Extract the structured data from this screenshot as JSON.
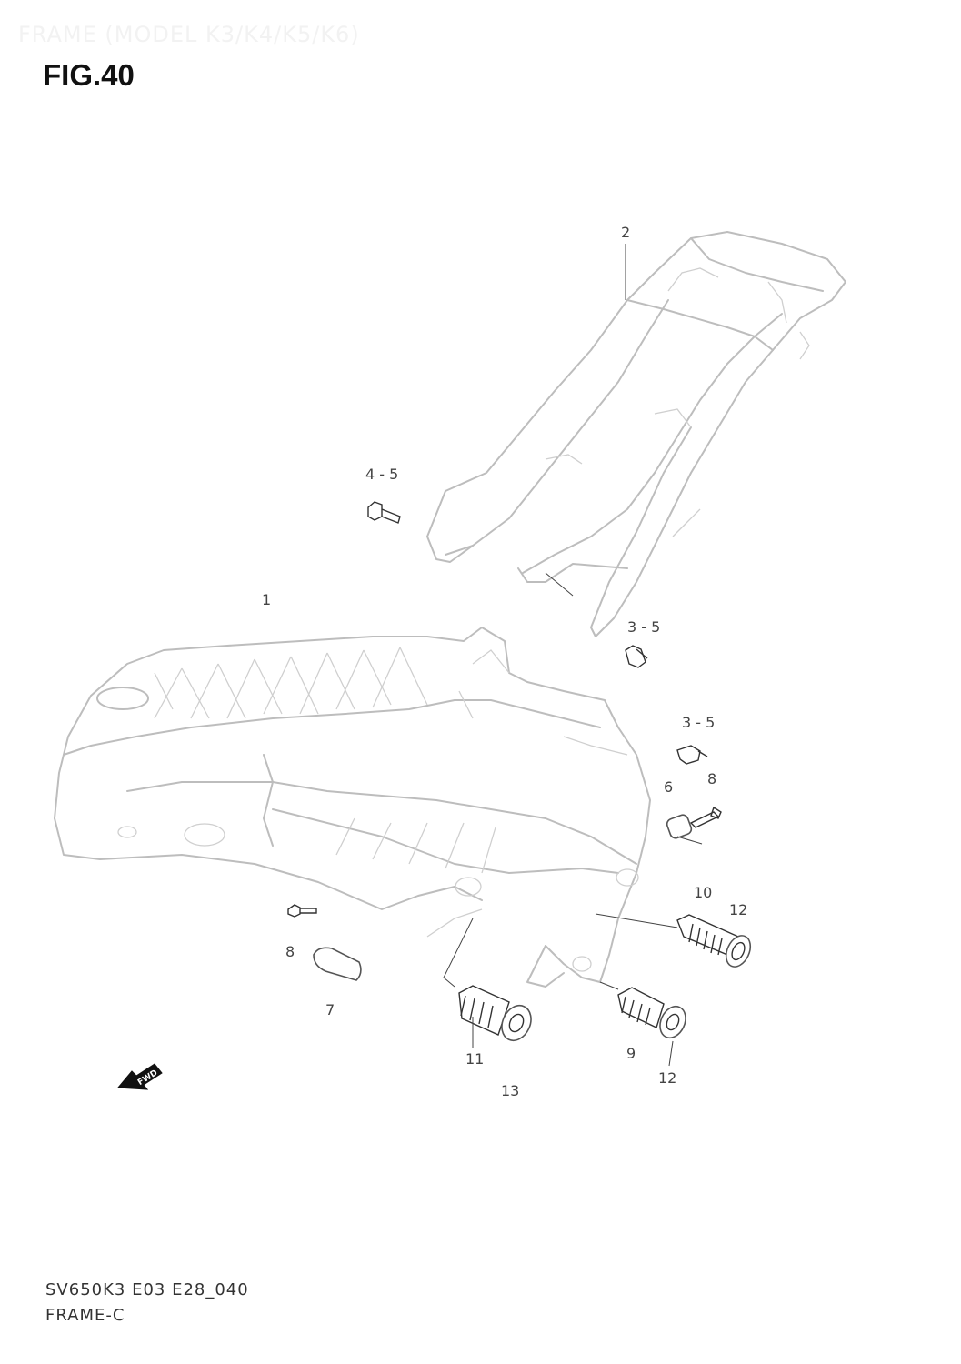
{
  "header": {
    "faint_title": "FRAME (MODEL K3/K4/K5/K6)",
    "fig_title": "FIG.40"
  },
  "callouts": {
    "c1": "1",
    "c2": "2",
    "c3": "3 - 5",
    "c4": "3 - 5",
    "c5": "4 - 5",
    "c6": "6",
    "c7": "7",
    "c8a": "8",
    "c8b": "8",
    "c9": "9",
    "c10": "10",
    "c11": "11",
    "c12a": "12",
    "c12b": "12",
    "c13": "13"
  },
  "fwd_label": "FWD",
  "footer": {
    "code": "SV650K3 E03 E28_040",
    "name": "FRAME-C"
  },
  "colors": {
    "frame_outline": "#bdbdbd",
    "part_outline": "#555555",
    "text": "#333333"
  }
}
